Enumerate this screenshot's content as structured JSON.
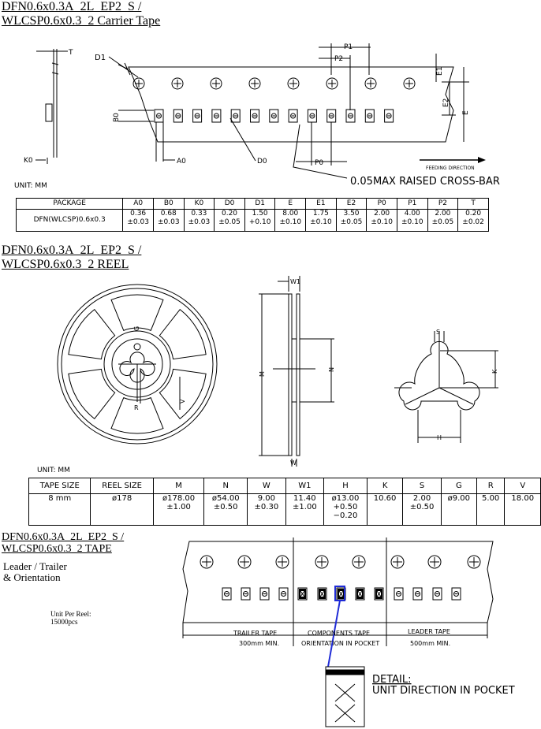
{
  "section1": {
    "title_line1": "DFN0.6x0.3A_2L_EP2_S /",
    "title_line2": "WLCSP0.6x0.3_2  Carrier Tape",
    "labels": {
      "T": "T",
      "D1": "D1",
      "P1": "P1",
      "P2": "P2",
      "E1": "E1",
      "E2": "E2",
      "E": "E",
      "B0": "B0",
      "K0": "K0",
      "A0": "A0",
      "D0": "D0",
      "P0": "P0"
    },
    "feeding_direction": "FEEDING DIRECTION",
    "cross_bar": "0.05MAX RAISED CROSS-BAR",
    "unit": "UNIT:   MM",
    "table": {
      "headers": [
        "PACKAGE",
        "A0",
        "B0",
        "K0",
        "D0",
        "D1",
        "E",
        "E1",
        "E2",
        "P0",
        "P1",
        "P2",
        "T"
      ],
      "row": {
        "package": "DFN(WLCSP)0.6x0.3",
        "cells": [
          [
            "0.36",
            "±0.03"
          ],
          [
            "0.68",
            "±0.03"
          ],
          [
            "0.33",
            "±0.03"
          ],
          [
            "0.20",
            "±0.05"
          ],
          [
            "1.50",
            "+0.10"
          ],
          [
            "8.00",
            "±0.10"
          ],
          [
            "1.75",
            "±0.10"
          ],
          [
            "3.50",
            "±0.05"
          ],
          [
            "2.00",
            "±0.10"
          ],
          [
            "4.00",
            "±0.10"
          ],
          [
            "2.00",
            "±0.05"
          ],
          [
            "0.20",
            "±0.02"
          ]
        ]
      }
    }
  },
  "section2": {
    "title_line1": "DFN0.6x0.3A_2L_EP2_S /",
    "title_line2": "WLCSP0.6x0.3_2 REEL",
    "labels": {
      "G": "G",
      "R": "R",
      "V": "V",
      "W1": "W1",
      "M": "M",
      "N": "N",
      "W": "W",
      "S": "S",
      "K": "K",
      "H": "H"
    },
    "unit": "UNIT:   MM",
    "table": {
      "headers": [
        "TAPE SIZE",
        "REEL SIZE",
        "M",
        "N",
        "W",
        "W1",
        "H",
        "K",
        "S",
        "G",
        "R",
        "V"
      ],
      "cells": [
        [
          "8  mm"
        ],
        [
          "ø178"
        ],
        [
          "ø178.00",
          "±1.00"
        ],
        [
          "ø54.00",
          "±0.50"
        ],
        [
          "9.00",
          "±0.30"
        ],
        [
          "11.40",
          "±1.00"
        ],
        [
          "ø13.00",
          "+0.50",
          "−0.20"
        ],
        [
          "10.60"
        ],
        [
          "2.00",
          "±0.50"
        ],
        [
          "ø9.00"
        ],
        [
          "5.00"
        ],
        [
          "18.00"
        ]
      ]
    }
  },
  "section3": {
    "title_line1": "DFN0.6x0.3A_2L_EP2_S /",
    "title_line2": "WLCSP0.6x0.3_2  TAPE",
    "subtitle_line1": "Leader / Trailer",
    "subtitle_line2": "& Orientation",
    "unit_per_reel_line1": "Unit Per Reel:",
    "unit_per_reel_line2": "15000pcs",
    "trailer_label": "TRAILER TAPE",
    "trailer_min": "300mm  MIN.",
    "components_label": "COMPONENTS  TAPE",
    "orientation_label": "ORIENTATION  IN  POCKET",
    "leader_label": "LEADER  TAPE",
    "leader_min": "500mm  MIN.",
    "detail_title": "DETAIL:",
    "detail_text": "UNIT  DIRECTION  IN  POCKET",
    "accent_color": "#1f2bd6"
  }
}
